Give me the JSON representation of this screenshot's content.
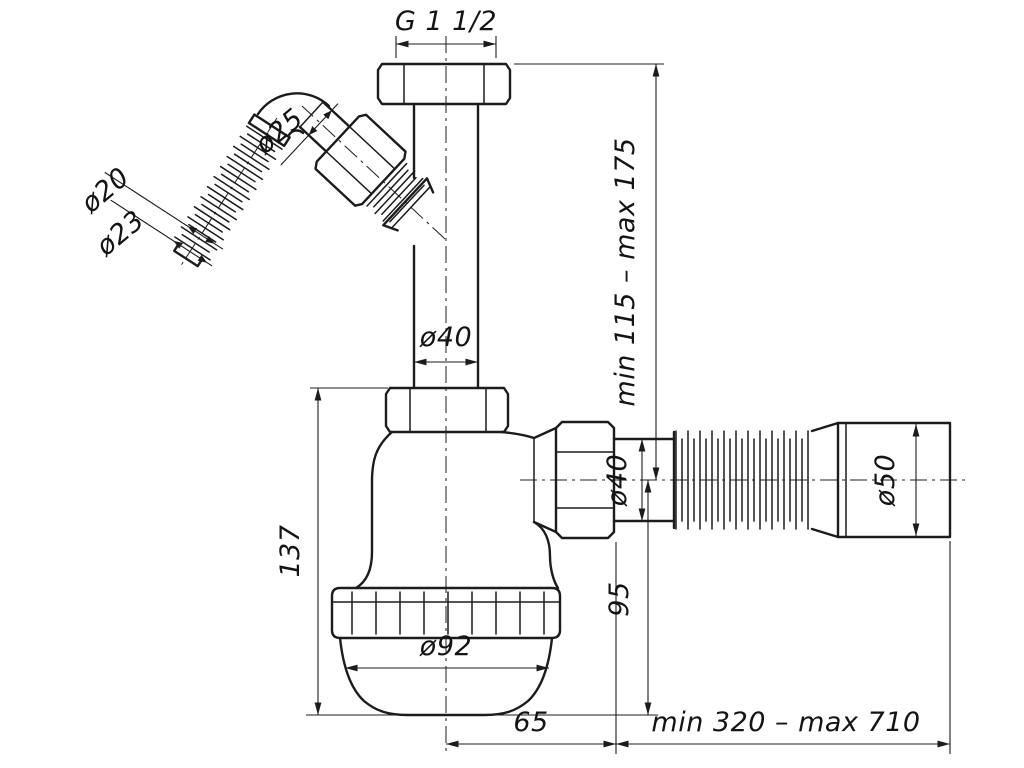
{
  "page": {
    "background": "#ffffff",
    "line_color": "#1c1c1c"
  },
  "drawing": {
    "dimensions": {
      "thread_size": "G 1 1/2",
      "branch_nut_diameter": "ø25",
      "hose_inner_diameter": "ø20",
      "hose_outer_diameter": "ø23",
      "inlet_pipe_diameter": "ø40",
      "inlet_height_range": "min 115 – max 175",
      "body_height": "137",
      "outlet_pipe_diameter": "ø40",
      "outlet_axis_to_bottom": "95",
      "cup_diameter": "ø92",
      "outlet_offset": "65",
      "outlet_length_range": "min 320 – max 710",
      "outlet_end_diameter": "ø50"
    }
  }
}
